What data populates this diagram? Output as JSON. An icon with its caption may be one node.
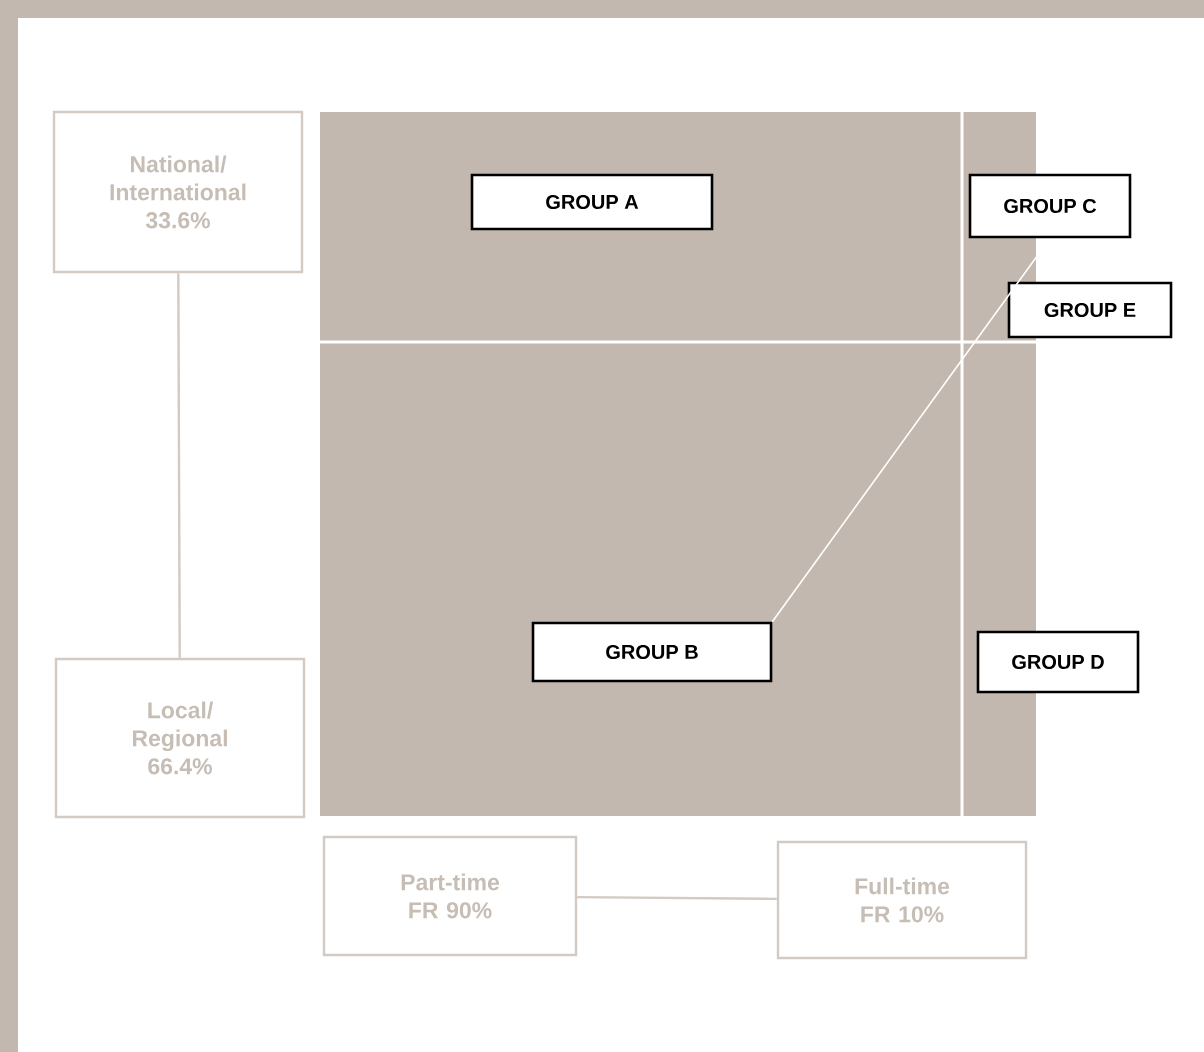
{
  "diagram": {
    "nodes": [
      {
        "text": [
          "National/ International 33.6%"
        ]
      },
      {
        "text": [
          "GROUP A"
        ]
      },
      {
        "text": [
          "GROUP C"
        ]
      },
      {
        "text": [
          "GROUP E"
        ]
      },
      {
        "text": [
          "GROUP B"
        ]
      },
      {
        "text": [
          "GROUP D"
        ]
      },
      {
        "text": [
          "Local/ Regional 66.4%"
        ]
      },
      {
        "text": [
          "Part-time FR 90%"
        ]
      },
      {
        "text": [
          "Full-time FR 10%"
        ]
      }
    ],
    "edges": [
      {
        "from": 0,
        "to": 6,
        "arrow": "none"
      },
      {
        "from": 7,
        "to": 8,
        "arrow": "none"
      },
      {
        "from": 4,
        "to": 2,
        "arrow": "none",
        "color": "#ffffff"
      }
    ]
  }
}
